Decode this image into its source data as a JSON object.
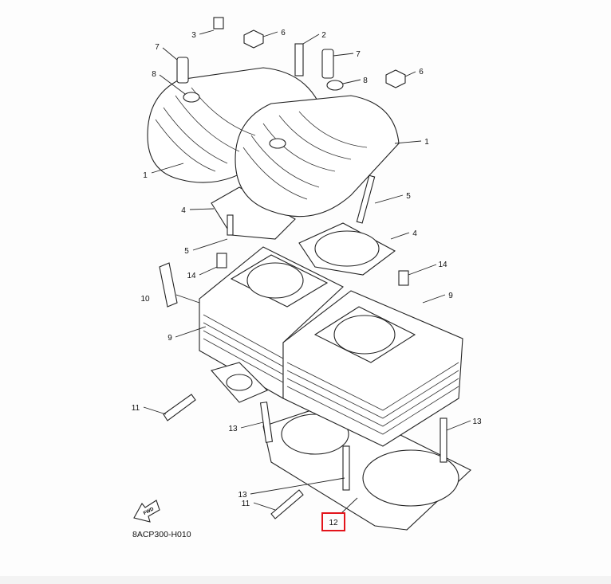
{
  "diagram": {
    "code": "8ACP300-H010",
    "fwd_label": "FWD",
    "highlight_color": "#e3141b",
    "highlighted_part": "12",
    "callouts": [
      {
        "id": "3",
        "label": "3"
      },
      {
        "id": "6a",
        "label": "6"
      },
      {
        "id": "2",
        "label": "2"
      },
      {
        "id": "7a",
        "label": "7"
      },
      {
        "id": "7b",
        "label": "7"
      },
      {
        "id": "8a",
        "label": "8"
      },
      {
        "id": "8b",
        "label": "8"
      },
      {
        "id": "6b",
        "label": "6"
      },
      {
        "id": "1a",
        "label": "1"
      },
      {
        "id": "1b",
        "label": "1"
      },
      {
        "id": "4a",
        "label": "4"
      },
      {
        "id": "5a",
        "label": "5"
      },
      {
        "id": "5b",
        "label": "5"
      },
      {
        "id": "4b",
        "label": "4"
      },
      {
        "id": "14a",
        "label": "14"
      },
      {
        "id": "14b",
        "label": "14"
      },
      {
        "id": "10",
        "label": "10"
      },
      {
        "id": "9a",
        "label": "9"
      },
      {
        "id": "9b",
        "label": "9"
      },
      {
        "id": "11a",
        "label": "11"
      },
      {
        "id": "13a",
        "label": "13"
      },
      {
        "id": "13b",
        "label": "13"
      },
      {
        "id": "13c",
        "label": "13"
      },
      {
        "id": "11b",
        "label": "11"
      },
      {
        "id": "12",
        "label": "12"
      }
    ]
  }
}
